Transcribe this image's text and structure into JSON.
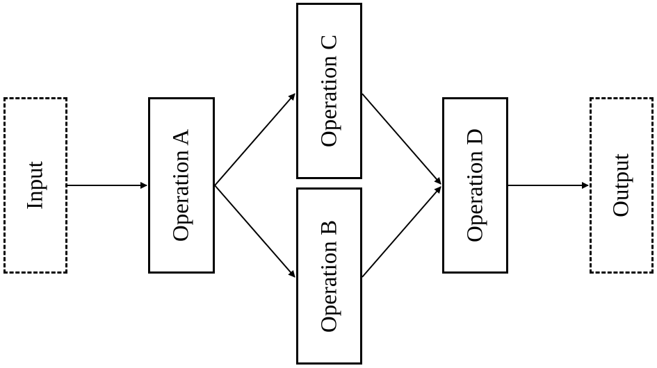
{
  "diagram": {
    "nodes": {
      "input": {
        "label": "Input",
        "style": "dashed"
      },
      "op_a": {
        "label": "Operation A",
        "style": "solid"
      },
      "op_c": {
        "label": "Operation C",
        "style": "solid"
      },
      "op_b": {
        "label": "Operation B",
        "style": "solid"
      },
      "op_d": {
        "label": "Operation D",
        "style": "solid"
      },
      "output": {
        "label": "Output",
        "style": "dashed"
      }
    },
    "edges": [
      {
        "from": "input",
        "to": "op_a"
      },
      {
        "from": "op_a",
        "to": "op_c"
      },
      {
        "from": "op_a",
        "to": "op_b"
      },
      {
        "from": "op_c",
        "to": "op_d"
      },
      {
        "from": "op_b",
        "to": "op_d"
      },
      {
        "from": "op_d",
        "to": "output"
      }
    ],
    "colors": {
      "stroke": "#000000",
      "background": "#ffffff"
    }
  }
}
